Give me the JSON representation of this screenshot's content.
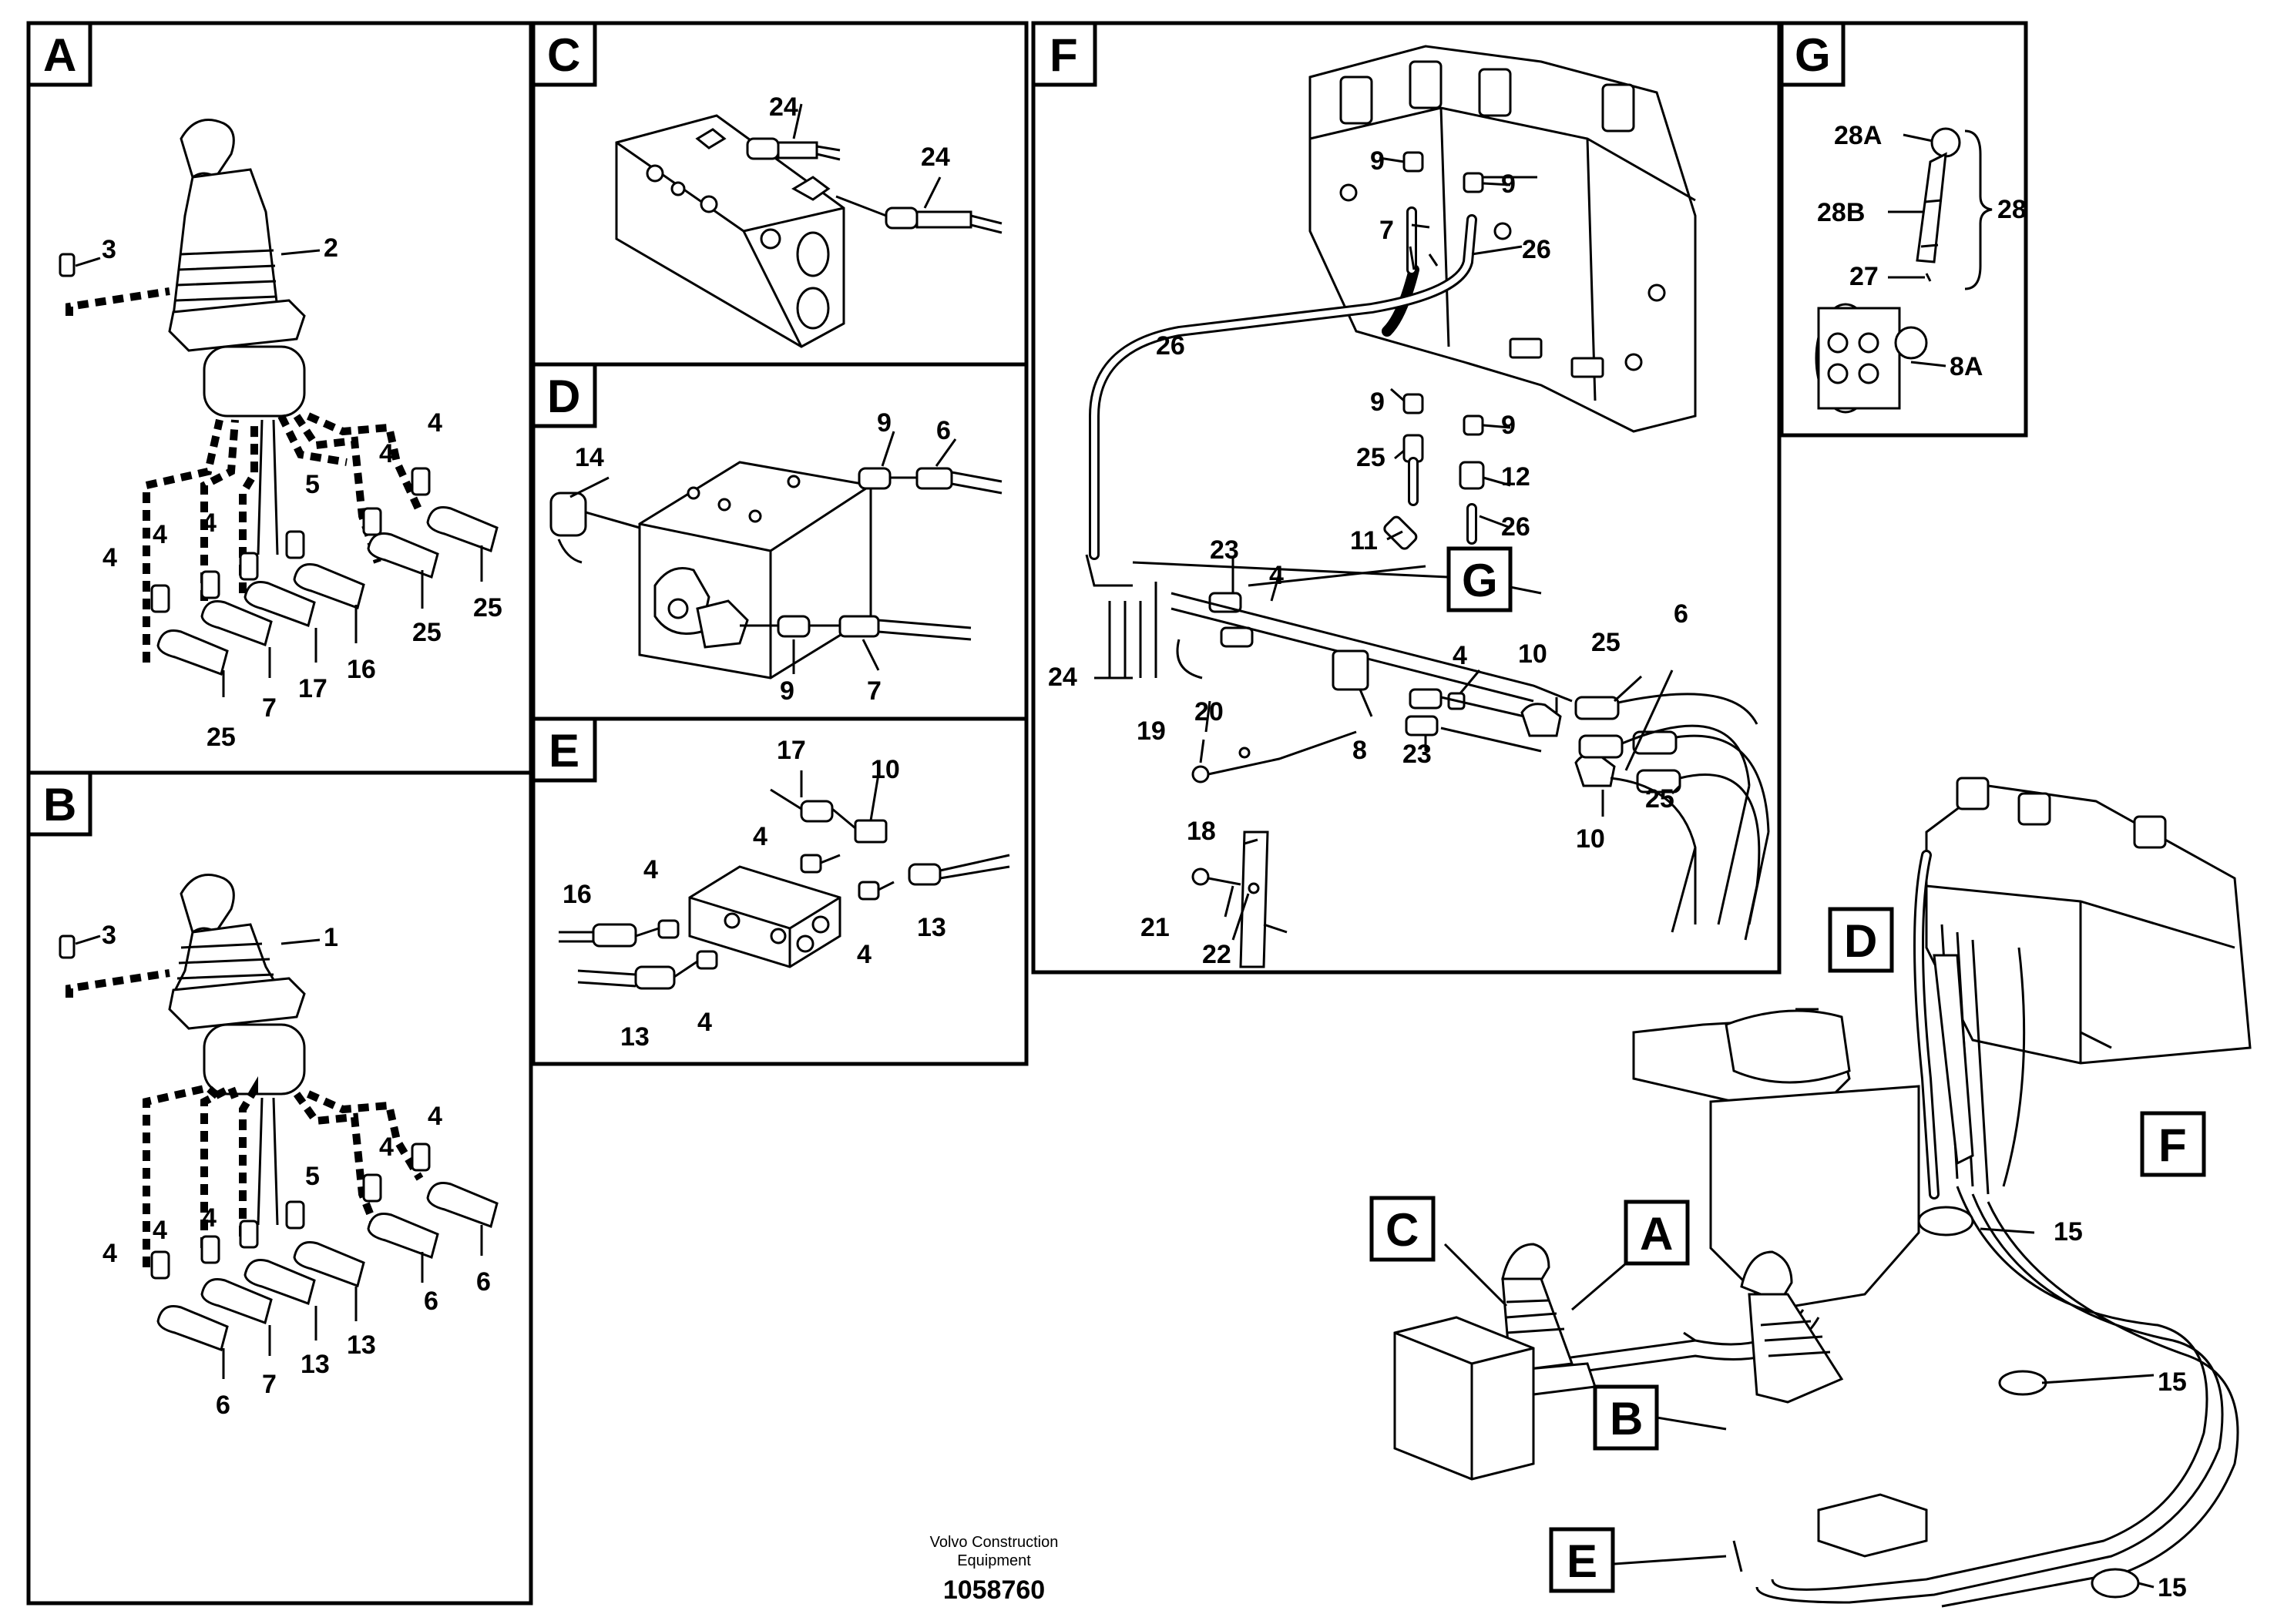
{
  "panels": [
    {
      "tag": "A",
      "labels": [
        "3",
        "2",
        "4",
        "4",
        "4",
        "4",
        "4",
        "5",
        "4",
        "25",
        "25",
        "7",
        "17",
        "16",
        "25",
        "25"
      ]
    },
    {
      "tag": "B",
      "labels": [
        "3",
        "1",
        "4",
        "4",
        "4",
        "4",
        "4",
        "5",
        "4",
        "6",
        "7",
        "13",
        "13",
        "6",
        "6"
      ]
    },
    {
      "tag": "C",
      "labels": [
        "24",
        "24"
      ]
    },
    {
      "tag": "D",
      "labels": [
        "14",
        "9",
        "6",
        "9",
        "7"
      ]
    },
    {
      "tag": "E",
      "labels": [
        "17",
        "10",
        "4",
        "16",
        "4",
        "13",
        "4",
        "4",
        "13"
      ]
    },
    {
      "tag": "F",
      "labels": [
        "9",
        "9",
        "7",
        "26",
        "26",
        "9",
        "9",
        "25",
        "12",
        "26",
        "11",
        "23",
        "4",
        "24",
        "20",
        "19",
        "18",
        "21",
        "22",
        "8",
        "23",
        "4",
        "10",
        "25",
        "6",
        "25",
        "10"
      ]
    },
    {
      "tag": "G",
      "labels": [
        "28A",
        "28B",
        "28",
        "27",
        "8A"
      ]
    }
  ],
  "overview": {
    "tags": [
      "D",
      "F",
      "C",
      "A",
      "B",
      "E"
    ],
    "labels": [
      "15",
      "15",
      "15"
    ]
  },
  "callout_g": "G",
  "footer": {
    "company_line1": "Volvo Construction",
    "company_line2": "Equipment",
    "drawing_number": "1058760"
  },
  "colors": {
    "ink": "#000000",
    "paper": "#ffffff"
  }
}
